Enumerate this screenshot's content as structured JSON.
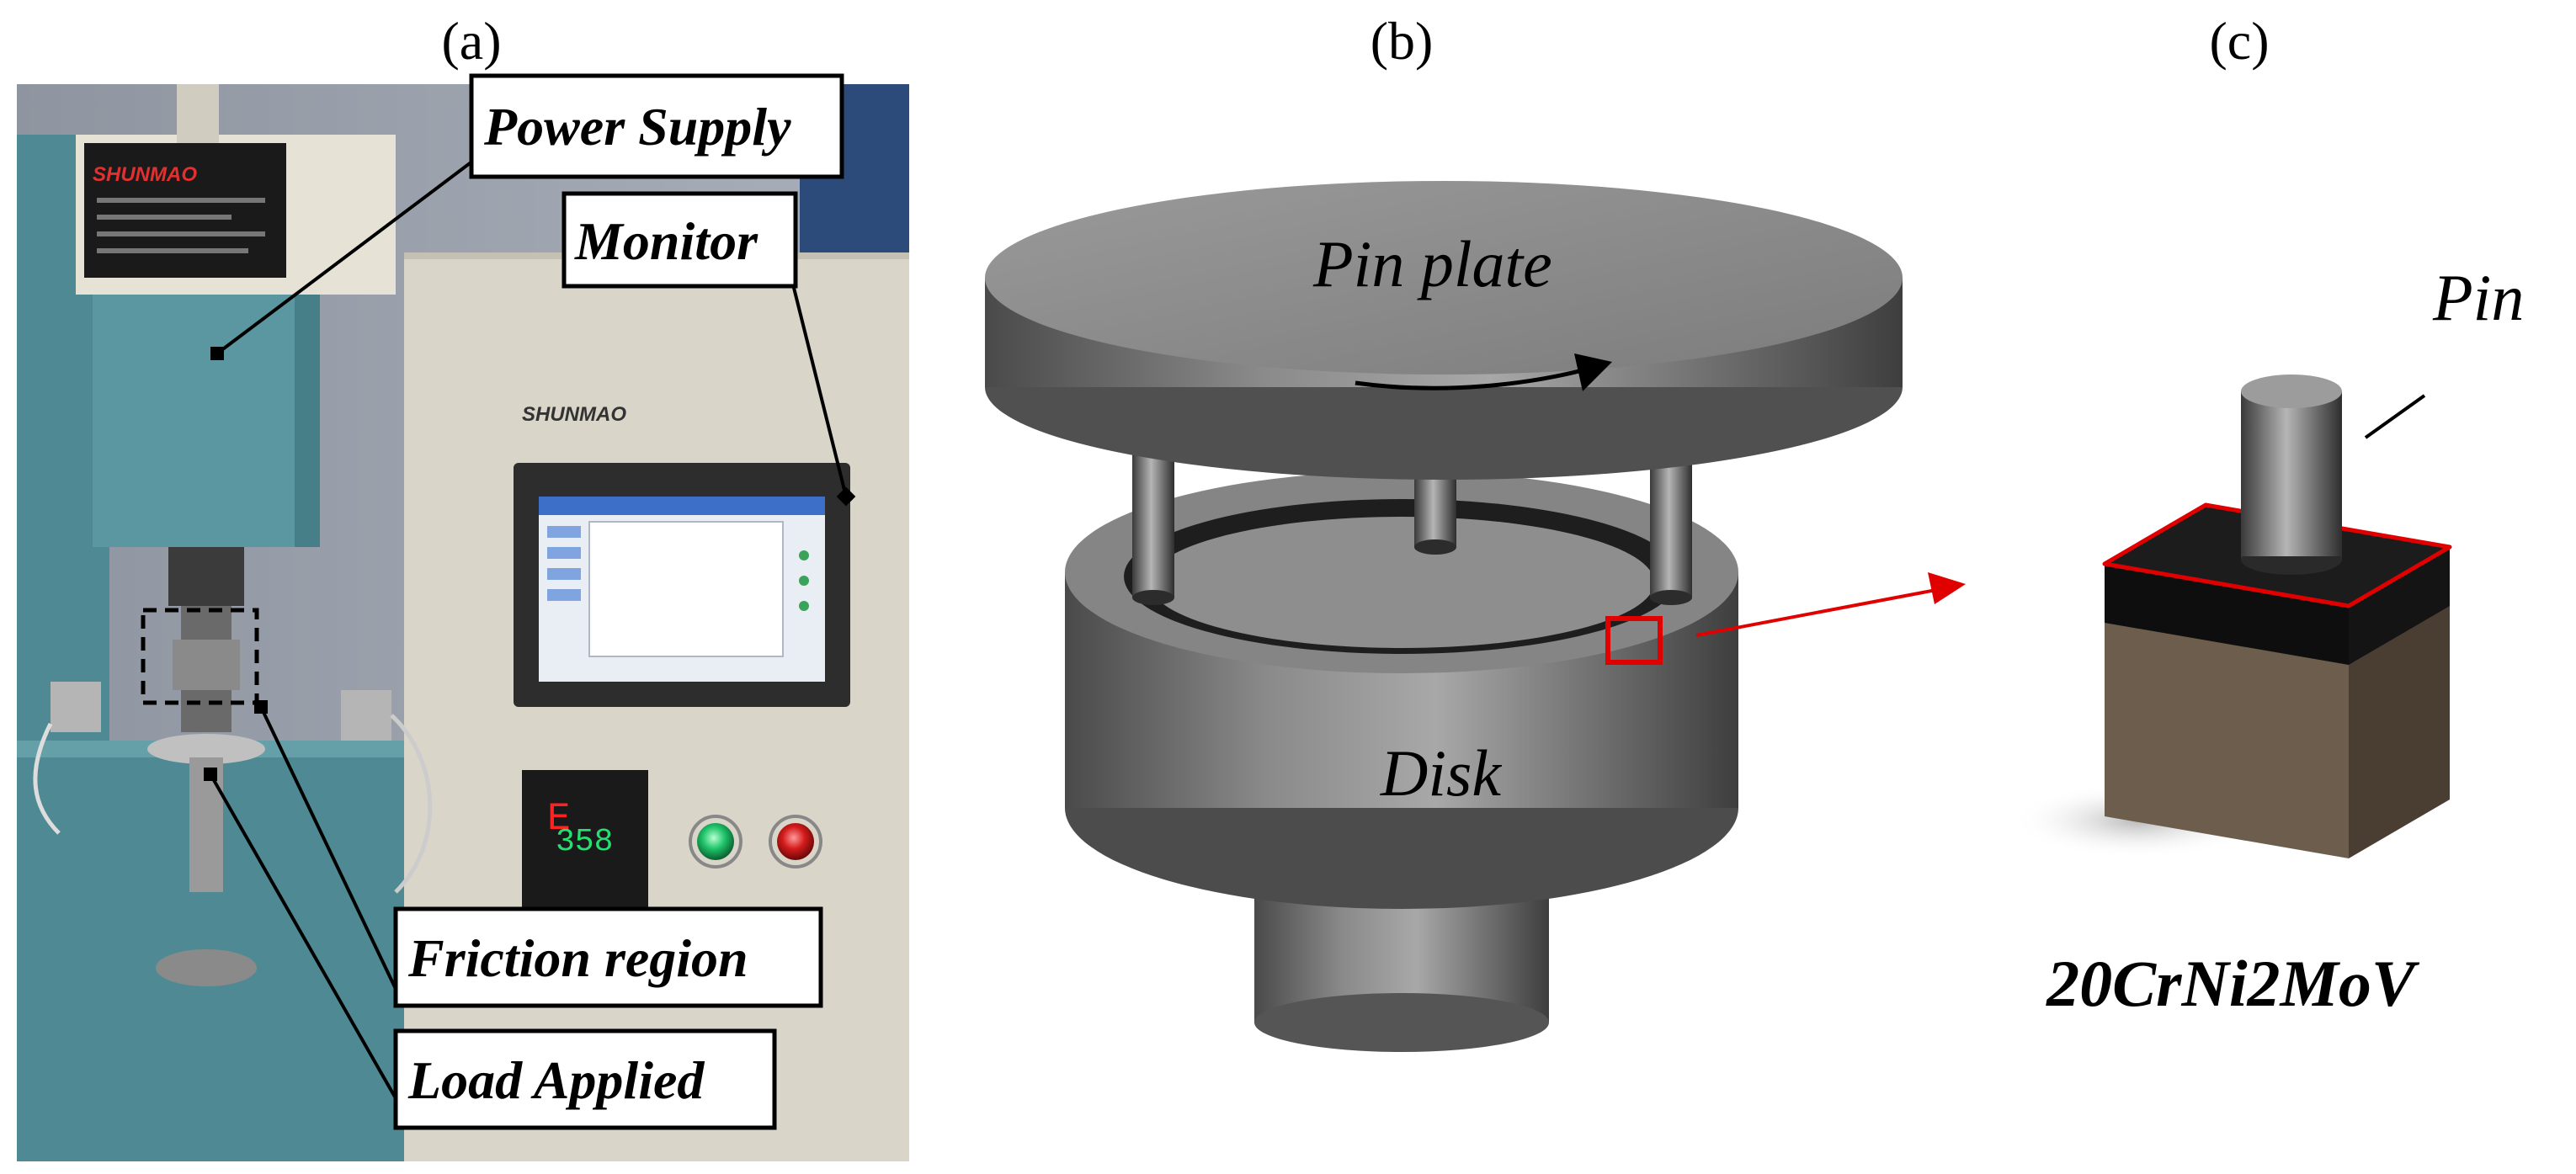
{
  "panels": {
    "a": {
      "label": "(a)"
    },
    "b": {
      "label": "(b)"
    },
    "c": {
      "label": "(c)"
    }
  },
  "photo": {
    "brand_top": "SHUNMAO",
    "brand_mid": "SHUNMAO",
    "controller_value": "358",
    "controller_letter": "E",
    "callouts": {
      "power_supply": "Power Supply",
      "monitor": "Monitor",
      "friction_region": "Friction region",
      "load_applied": "Load Applied"
    }
  },
  "diagram": {
    "pin_plate": "Pin plate",
    "disk": "Disk"
  },
  "sample": {
    "pin": "Pin",
    "material": "20CrNi2MoV"
  },
  "colors": {
    "machine_teal": "#4f8a94",
    "cabinet_beige": "#d9d5c8",
    "metal_grey": "#7a7a7a",
    "sample_brown": "#5c4e40",
    "highlight_red": "#e00000"
  }
}
